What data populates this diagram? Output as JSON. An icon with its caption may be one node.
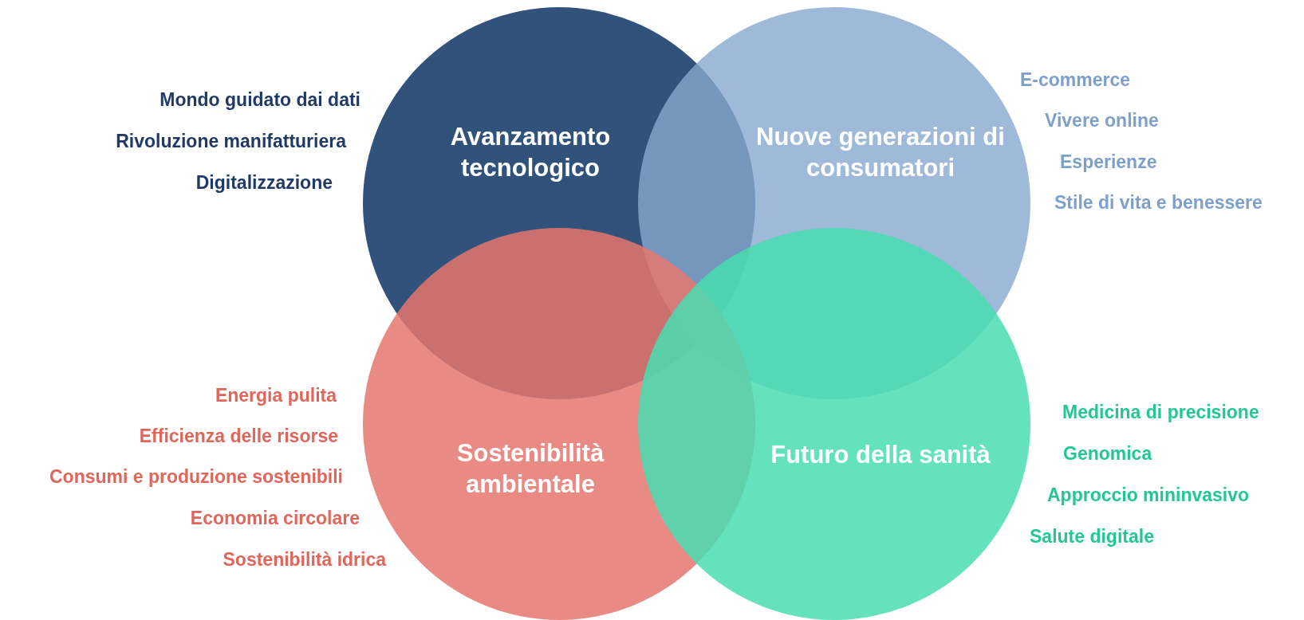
{
  "diagram": {
    "nodes": [
      {
        "text": [
          "Avanzamento tecnologico"
        ],
        "beside": [
          "Mondo guidato dai dati",
          "Rivoluzione manifatturiera",
          "Digitalizzazione"
        ]
      },
      {
        "text": [
          "Nuove generazioni di consumatori"
        ],
        "beside": [
          "E-commerce",
          "Vivere online",
          "Esperienze",
          "Stile di vita e benessere"
        ]
      },
      {
        "text": [
          "Sostenibilità ambientale"
        ],
        "beside": [
          "Energia pulita",
          "Efficienza delle risorse",
          "Consumi e produzione sostenibili",
          "Economia circolare",
          "Sostenibilità idrica"
        ]
      },
      {
        "text": [
          "Futuro della sanità"
        ],
        "beside": [
          "Medicina di precisione",
          "Genomica",
          "Approccio mininvasivo",
          "Salute digitale"
        ]
      }
    ]
  }
}
